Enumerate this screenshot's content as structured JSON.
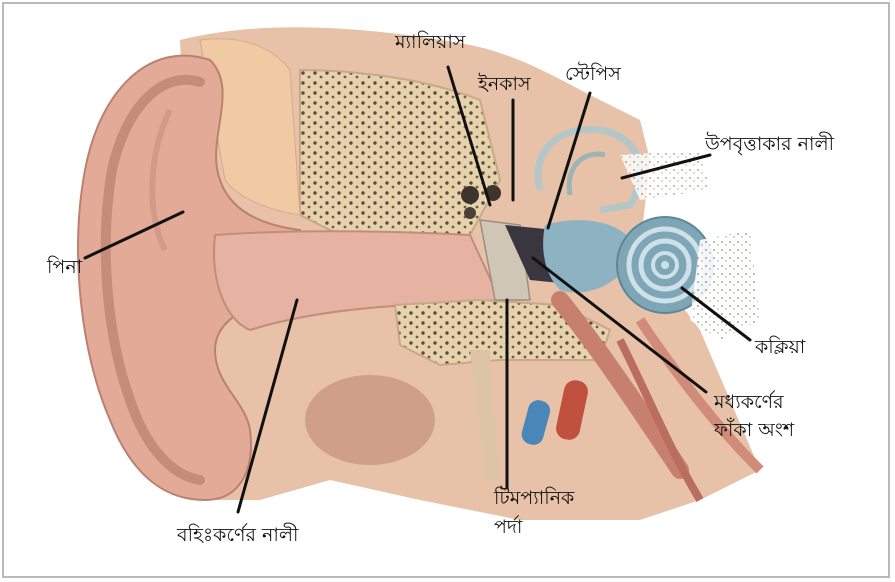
{
  "diagram": {
    "labels": {
      "pinna": "পিনা",
      "ear_canal": "বহিঃকর্ণের নালী",
      "malleus": "ম্যালিয়াস",
      "incus": "ইনকাস",
      "stapes": "স্টেপিস",
      "semicircular_canal": "উপবৃত্তাকার নালী",
      "cochlea": "কক্লিয়া",
      "middle_ear_cavity_line1": "মধ্যকর্ণের",
      "middle_ear_cavity_line2": "ফাঁকা অংশ",
      "tympanic_line1": "টিমপ্যানিক",
      "tympanic_line2": "পর্দা"
    },
    "colors": {
      "skin": "#e8b9a6",
      "skin_dark": "#c98f7a",
      "bone": "#e9d9b9",
      "bone_spots": "#6a5a48",
      "cochlea": "#7fa9b8",
      "blue_vessel": "#4a86b8",
      "red_vessel": "#c0513e",
      "leader_line": "#111111"
    }
  }
}
